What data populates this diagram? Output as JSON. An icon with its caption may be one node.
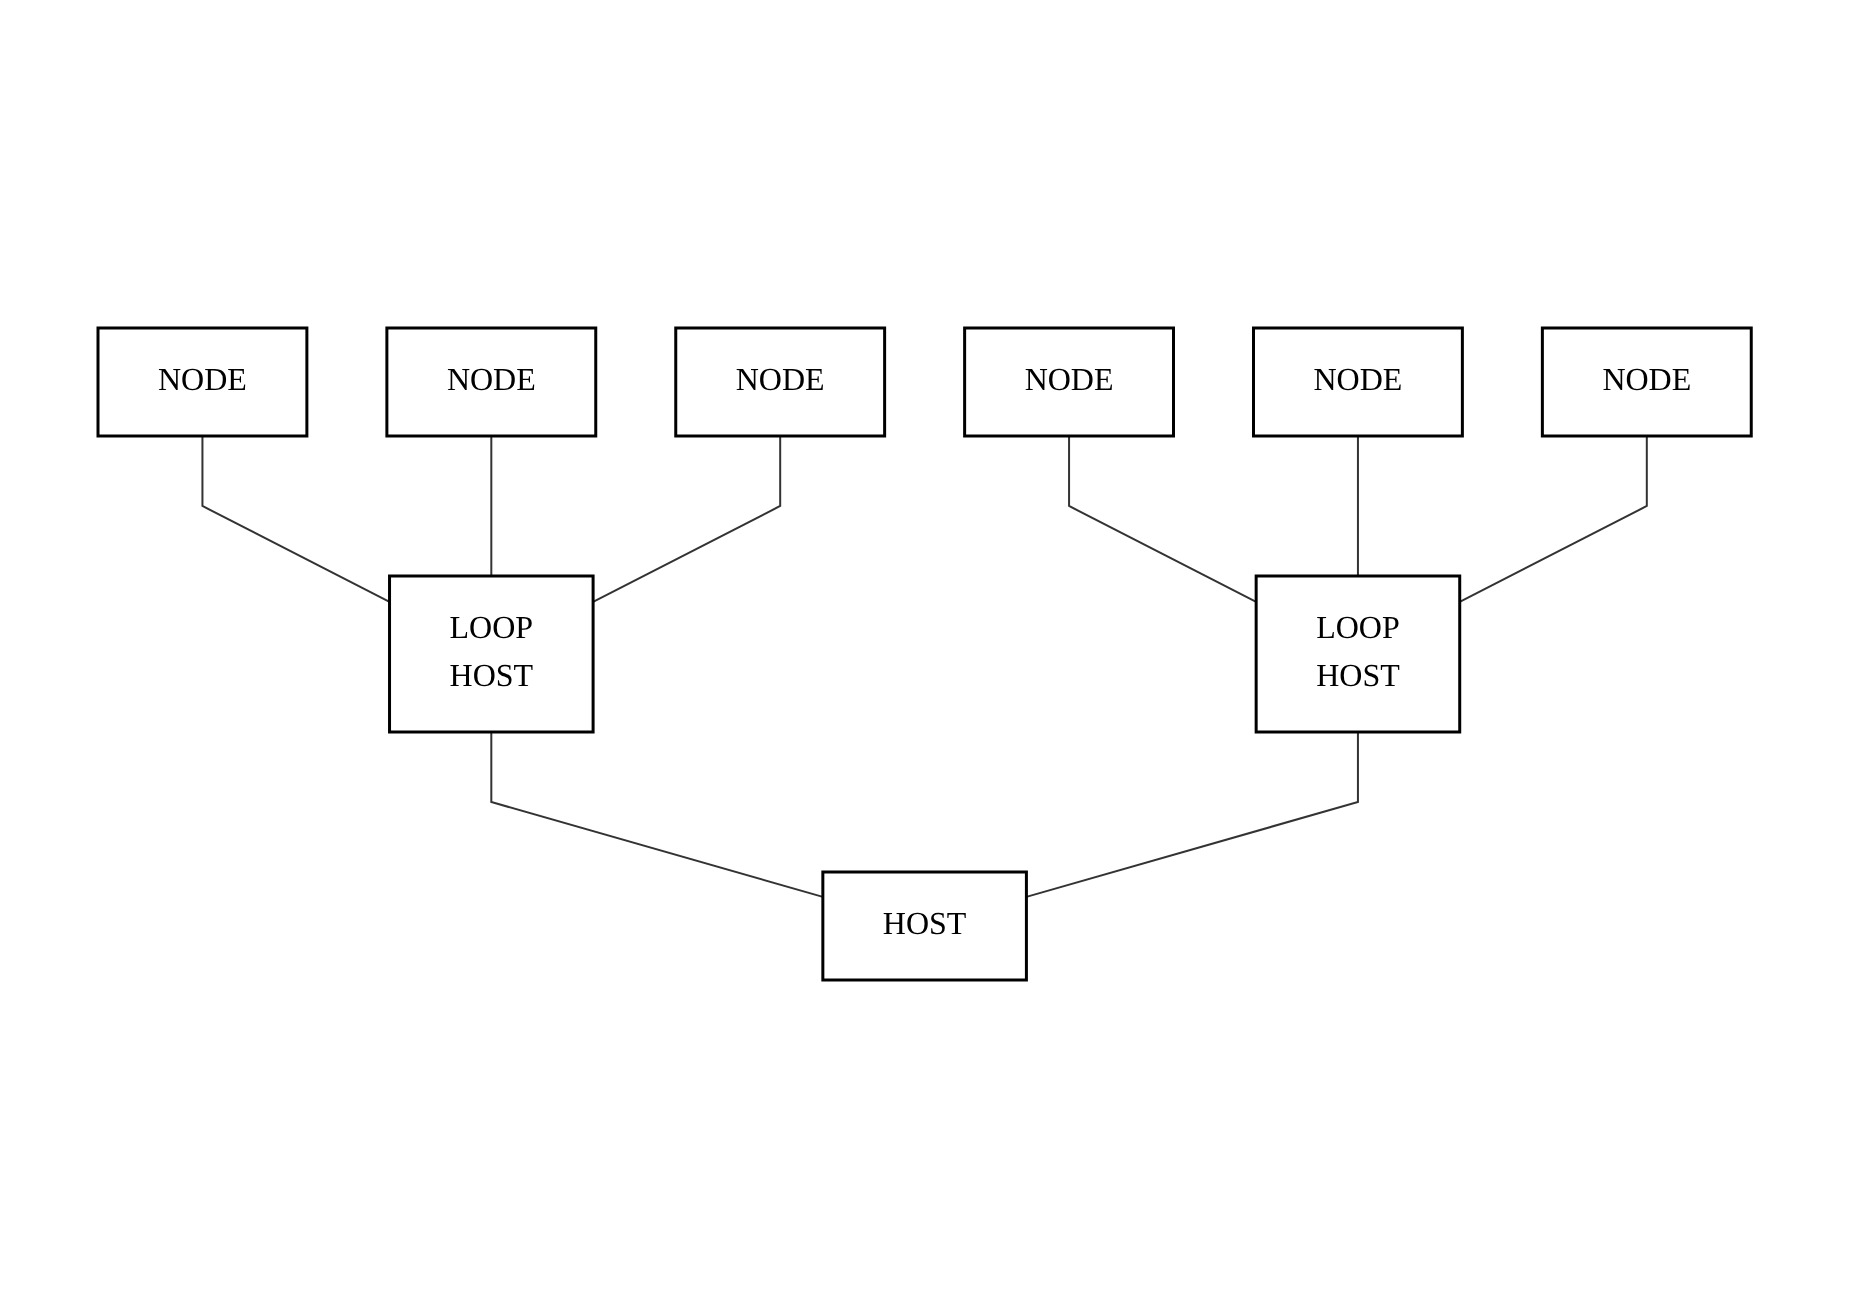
{
  "diagram": {
    "nodes": [
      {
        "text": [
          "NODE"
        ]
      },
      {
        "text": [
          "NODE"
        ]
      },
      {
        "text": [
          "NODE"
        ]
      },
      {
        "text": [
          "NODE"
        ]
      },
      {
        "text": [
          "NODE"
        ]
      },
      {
        "text": [
          "NODE"
        ]
      },
      {
        "text": [
          "LOOP",
          "HOST"
        ]
      },
      {
        "text": [
          "LOOP",
          "HOST"
        ]
      },
      {
        "text": [
          "HOST"
        ]
      }
    ],
    "edges": [
      {
        "from": 0,
        "to": 6,
        "arrow": "none"
      },
      {
        "from": 1,
        "to": 6,
        "arrow": "none"
      },
      {
        "from": 2,
        "to": 6,
        "arrow": "none"
      },
      {
        "from": 3,
        "to": 7,
        "arrow": "none"
      },
      {
        "from": 4,
        "to": 7,
        "arrow": "none"
      },
      {
        "from": 5,
        "to": 7,
        "arrow": "none"
      },
      {
        "from": 6,
        "to": 8,
        "arrow": "none"
      },
      {
        "from": 7,
        "to": 8,
        "arrow": "none"
      }
    ]
  }
}
